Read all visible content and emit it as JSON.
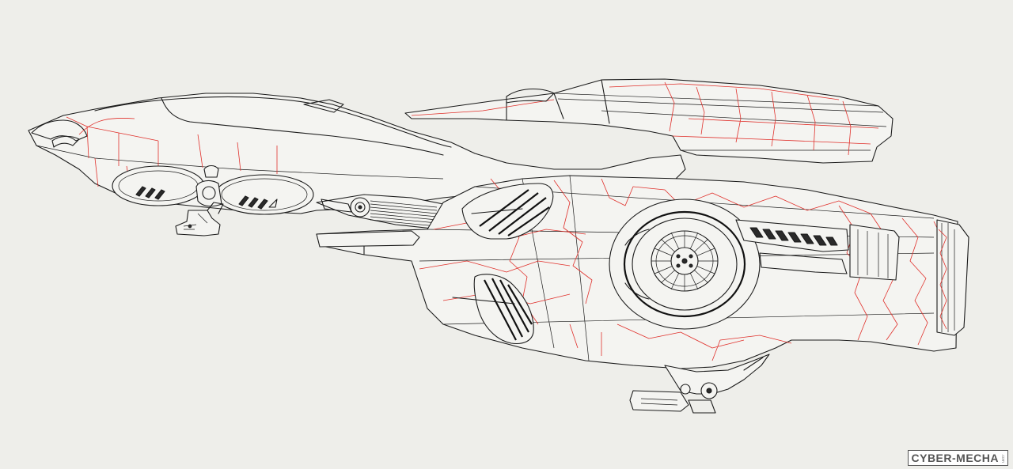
{
  "image": {
    "subject": "mecha-blueprint",
    "colors": {
      "background": "#eeeeea",
      "ink": "#1b1b1b",
      "panel_lines": "#e0302b"
    }
  },
  "watermark": {
    "text": "CYBER-MECHA",
    "sub": ".com"
  }
}
